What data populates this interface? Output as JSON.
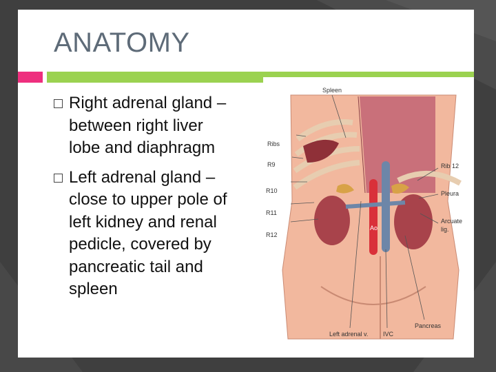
{
  "slide": {
    "title": "ANATOMY",
    "bullets": [
      {
        "text": "Right adrenal gland – between right liver lobe and diaphragm"
      },
      {
        "text": "Left adrenal gland – close to upper pole of left kidney and renal pedicle, covered by pancreatic tail and spleen"
      }
    ]
  },
  "figure": {
    "labels": {
      "spleen": "Spleen",
      "ribs": "Ribs",
      "r9": "R9",
      "r10": "R10",
      "r11": "R11",
      "r12": "R12",
      "rib12": "Rib 12",
      "pleura": "Pleura",
      "arcuate1": "Arcuate",
      "arcuate2": "lig.",
      "ao": "Ao",
      "left_adrenal_v": "Left adrenal v.",
      "ivc": "IVC",
      "pancreas": "Pancreas"
    }
  },
  "colors": {
    "background": "#3f3f3f",
    "title": "#5e6b78",
    "accent_pink": "#ee2f7e",
    "accent_green": "#9bd250",
    "skin": "#f2b89e",
    "kidney": "#a8434b",
    "aorta": "#d9303a",
    "ivc": "#6d86a8"
  }
}
